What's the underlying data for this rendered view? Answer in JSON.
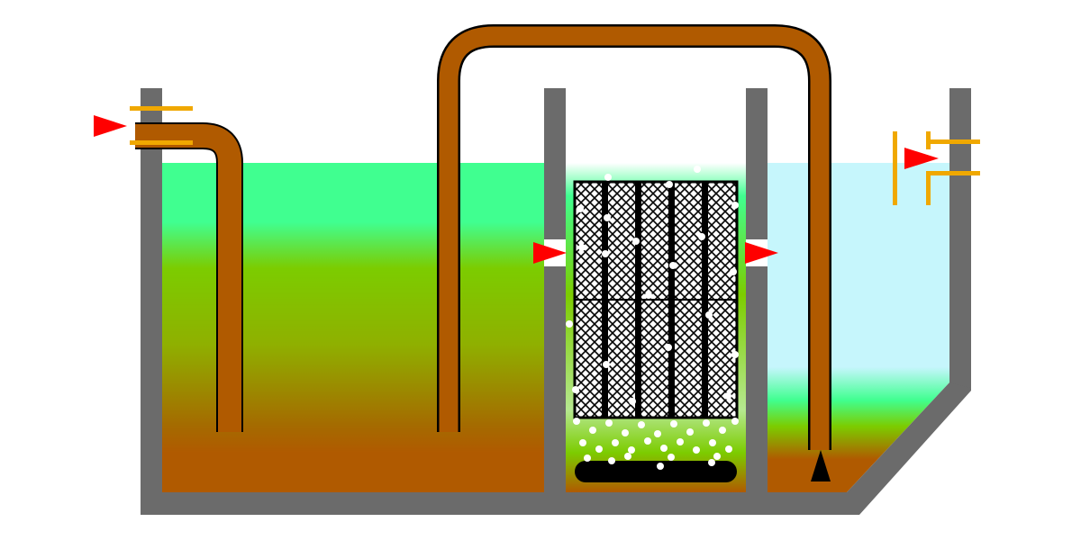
{
  "diagram": {
    "colors": {
      "wall": "#6b6b6b",
      "pipe": "#b05a00",
      "pipe_outline": "#000000",
      "fitting": "#f0a800",
      "arrow": "#ff0000",
      "sludge": "#b05a00",
      "green": "#7ccc00",
      "aqua_green": "#40ff90",
      "clear_water": "#c6f6fc",
      "media": "#000000",
      "bubble": "#ffffff"
    },
    "zones": [
      "inlet-tank",
      "bio-media-chamber",
      "settling-tank"
    ],
    "flow_arrows": [
      "inlet-arrow",
      "chamber-inlet-arrow",
      "chamber-outlet-arrow",
      "outlet-arrow",
      "sludge-return-arrow"
    ],
    "icons": [
      "air-diffuser-icon"
    ]
  }
}
